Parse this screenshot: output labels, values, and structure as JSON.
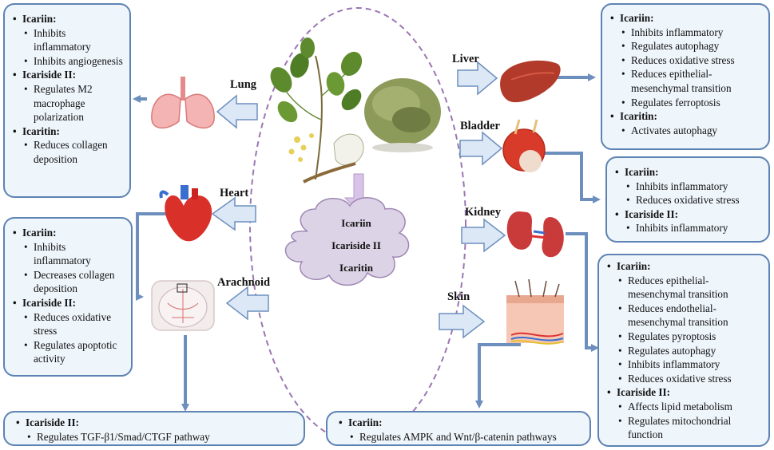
{
  "center": {
    "compounds": [
      "Icariin",
      "Icariside II",
      "Icaritin"
    ]
  },
  "organs": {
    "lung": "Lung",
    "heart": "Heart",
    "arachnoid": "Arachnoid",
    "liver": "Liver",
    "bladder": "Bladder",
    "kidney": "Kidney",
    "skin": "Skin"
  },
  "boxes": {
    "lung": [
      {
        "compound": "Icariin:",
        "effects": [
          "Inhibits inflammatory",
          "Inhibits angiogenesis"
        ]
      },
      {
        "compound": "Icariside II:",
        "effects": [
          "Regulates M2 macrophage polarization"
        ]
      },
      {
        "compound": "Icaritin:",
        "effects": [
          "Reduces collagen deposition"
        ]
      }
    ],
    "heart": [
      {
        "compound": "Icariin:",
        "effects": [
          "Inhibits inflammatory",
          "Decreases collagen deposition"
        ]
      },
      {
        "compound": "Icariside II:",
        "effects": [
          "Reduces oxidative stress",
          "Regulates apoptotic activity"
        ]
      }
    ],
    "arachnoid": [
      {
        "compound": "Icariside II:",
        "effects": [
          "Regulates TGF-β1/Smad/CTGF pathway"
        ]
      }
    ],
    "skin": [
      {
        "compound": "Icariin:",
        "effects": [
          "Regulates AMPK and Wnt/β-catenin pathways"
        ]
      }
    ],
    "liver": [
      {
        "compound": "Icariin:",
        "effects": [
          "Inhibits inflammatory",
          "Regulates autophagy",
          "Reduces oxidative stress",
          "Reduces epithelial-mesenchymal transition",
          "Regulates  ferroptosis"
        ]
      },
      {
        "compound": "Icaritin:",
        "effects": [
          "Activates autophagy"
        ]
      }
    ],
    "bladder": [
      {
        "compound": "Icariin:",
        "effects": [
          "Inhibits inflammatory",
          "Reduces oxidative stress"
        ]
      },
      {
        "compound": "Icariside II:",
        "effects": [
          "Inhibits inflammatory"
        ]
      }
    ],
    "kidney": [
      {
        "compound": "Icariin:",
        "effects": [
          "Reduces epithelial-mesenchymal transition",
          "Reduces endothelial-mesenchymal transition",
          "Regulates pyroptosis",
          "Regulates autophagy",
          "Inhibits inflammatory",
          "Reduces oxidative stress"
        ]
      },
      {
        "compound": "Icariside II:",
        "effects": [
          "Affects lipid metabolism",
          "Regulates mitochondrial function"
        ]
      }
    ]
  },
  "colors": {
    "box_border": "#5d82b3",
    "box_fill": "#eef5fb",
    "arrow": "#6d8fbe",
    "hollow_arrow_fill": "#dce8f6",
    "ellipse": "#9b76b3",
    "cloud": "#ddd3e6",
    "down_arrow": "#d7c4e6"
  }
}
